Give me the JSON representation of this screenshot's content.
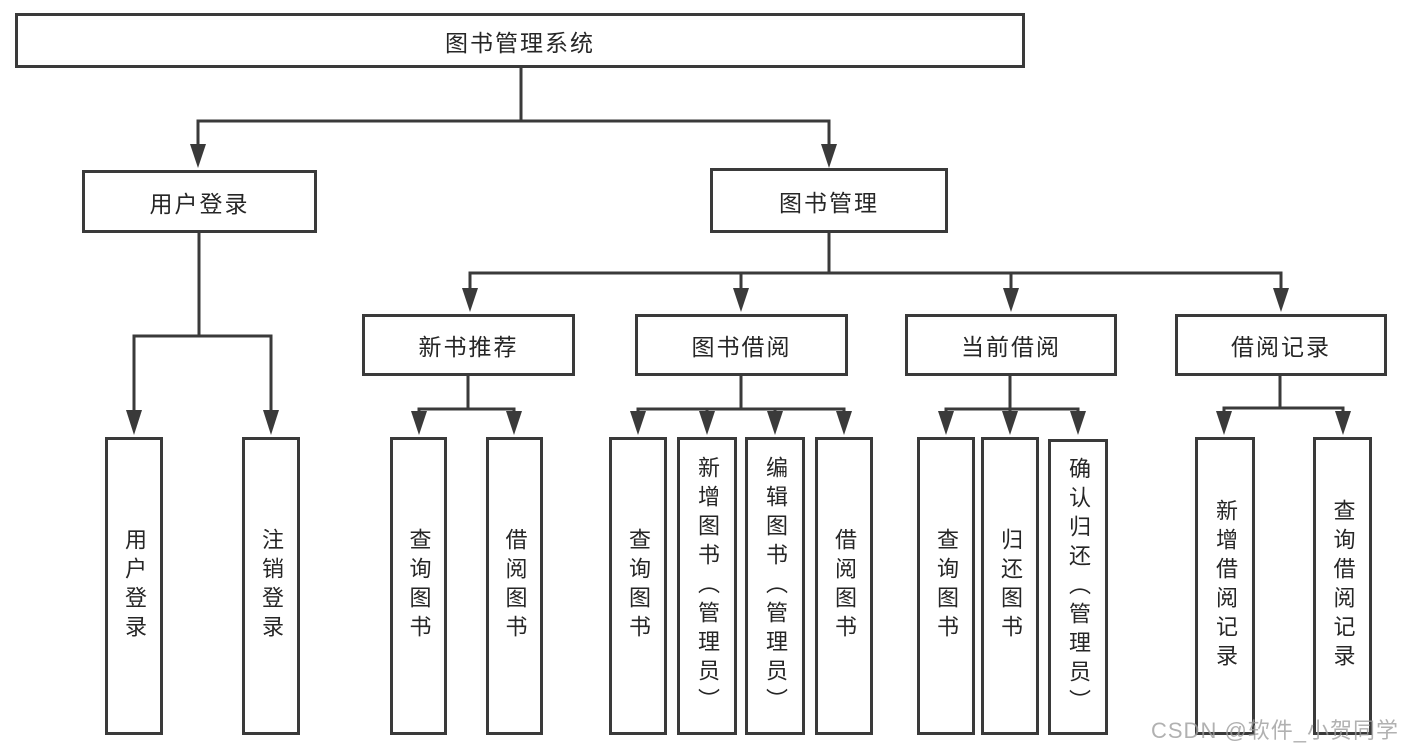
{
  "diagram_title": "图书管理系统",
  "colors": {
    "line": "#3a3a3a",
    "box_border": "#3a3a3a",
    "text": "#262626",
    "background": "#ffffff",
    "watermark": "#9e9e9e"
  },
  "tree": {
    "root": {
      "label": "图书管理系统"
    },
    "branches": [
      {
        "label": "用户登录",
        "children": [
          {
            "label": "用户登录"
          },
          {
            "label": "注销登录"
          }
        ]
      },
      {
        "label": "图书管理",
        "children": [
          {
            "label": "新书推荐",
            "children": [
              {
                "label": "查询图书"
              },
              {
                "label": "借阅图书"
              }
            ]
          },
          {
            "label": "图书借阅",
            "children": [
              {
                "label": "查询图书"
              },
              {
                "label": "新增图书（管理员）"
              },
              {
                "label": "编辑图书（管理员）"
              },
              {
                "label": "借阅图书"
              }
            ]
          },
          {
            "label": "当前借阅",
            "children": [
              {
                "label": "查询图书"
              },
              {
                "label": "归还图书"
              },
              {
                "label": "确认归还（管理员）"
              }
            ]
          },
          {
            "label": "借阅记录",
            "children": [
              {
                "label": "新增借阅记录"
              },
              {
                "label": "查询借阅记录"
              }
            ]
          }
        ]
      }
    ]
  },
  "watermark": "CSDN @软件_小贺同学"
}
